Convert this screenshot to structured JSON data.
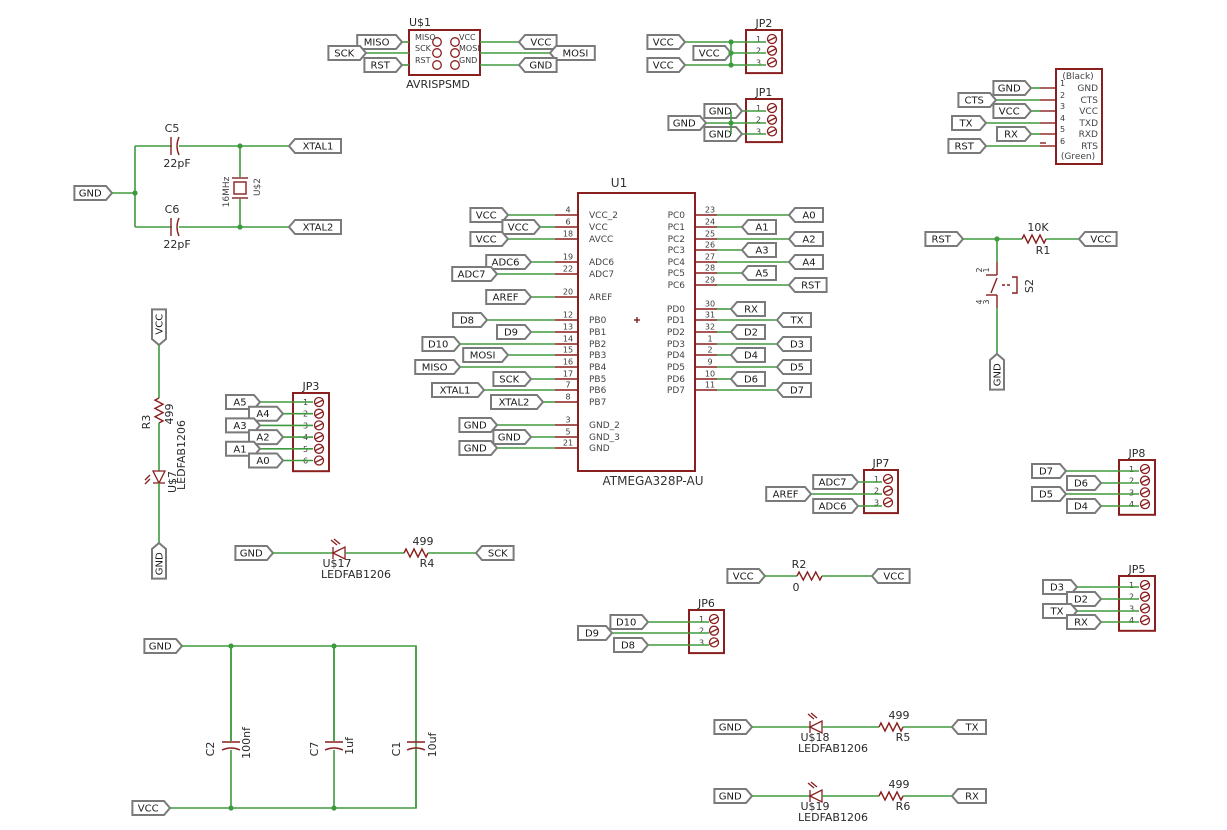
{
  "labels": {
    "vcc": "VCC",
    "gnd": "GND",
    "sck": "SCK",
    "miso": "MISO",
    "mosi": "MOSI",
    "rst": "RST",
    "xtal1": "XTAL1",
    "xtal2": "XTAL2",
    "cts": "CTS",
    "tx": "TX",
    "rx": "RX",
    "aref": "AREF",
    "adc6": "ADC6",
    "adc7": "ADC7",
    "a0": "A0",
    "a1": "A1",
    "a2": "A2",
    "a3": "A3",
    "a4": "A4",
    "a5": "A5",
    "d2": "D2",
    "d3": "D3",
    "d4": "D4",
    "d5": "D5",
    "d6": "D6",
    "d7": "D7",
    "d8": "D8",
    "d9": "D9",
    "d10": "D10"
  },
  "u1": {
    "name": "U1",
    "value": "ATMEGA328P-AU",
    "left_pins": [
      {
        "num": "4",
        "name": "VCC_2"
      },
      {
        "num": "6",
        "name": "VCC"
      },
      {
        "num": "18",
        "name": "AVCC"
      },
      {
        "num": "19",
        "name": "ADC6"
      },
      {
        "num": "22",
        "name": "ADC7"
      },
      {
        "num": "20",
        "name": "AREF"
      },
      {
        "num": "12",
        "name": "PB0"
      },
      {
        "num": "13",
        "name": "PB1"
      },
      {
        "num": "14",
        "name": "PB2"
      },
      {
        "num": "15",
        "name": "PB3"
      },
      {
        "num": "16",
        "name": "PB4"
      },
      {
        "num": "17",
        "name": "PB5"
      },
      {
        "num": "7",
        "name": "PB6"
      },
      {
        "num": "8",
        "name": "PB7"
      },
      {
        "num": "3",
        "name": "GND_2"
      },
      {
        "num": "5",
        "name": "GND_3"
      },
      {
        "num": "21",
        "name": "GND"
      }
    ],
    "right_pins": [
      {
        "num": "23",
        "name": "PC0"
      },
      {
        "num": "24",
        "name": "PC1"
      },
      {
        "num": "25",
        "name": "PC2"
      },
      {
        "num": "26",
        "name": "PC3"
      },
      {
        "num": "27",
        "name": "PC4"
      },
      {
        "num": "28",
        "name": "PC5"
      },
      {
        "num": "29",
        "name": "PC6"
      },
      {
        "num": "30",
        "name": "PD0"
      },
      {
        "num": "31",
        "name": "PD1"
      },
      {
        "num": "32",
        "name": "PD2"
      },
      {
        "num": "1",
        "name": "PD3"
      },
      {
        "num": "2",
        "name": "PD4"
      },
      {
        "num": "9",
        "name": "PD5"
      },
      {
        "num": "10",
        "name": "PD6"
      },
      {
        "num": "11",
        "name": "PD7"
      }
    ]
  },
  "u_s1": {
    "name": "U$1",
    "value": "AVRISPSMD",
    "pins": [
      "MISO",
      "SCK",
      "RST",
      "VCC",
      "MOSI",
      "GND"
    ]
  },
  "ftdi": {
    "top": "(Black)",
    "bottom": "(Green)",
    "pins": [
      "GND",
      "CTS",
      "VCC",
      "TXD",
      "RXD",
      "RTS"
    ],
    "nums": [
      "1",
      "2",
      "3",
      "4",
      "5",
      "6"
    ]
  },
  "parts": {
    "c5": {
      "name": "C5",
      "value": "22pF"
    },
    "c6": {
      "name": "C6",
      "value": "22pF"
    },
    "u_s2": {
      "name": "U$2",
      "value": "16MHz"
    },
    "r1": {
      "name": "R1",
      "value": "10K"
    },
    "s2": {
      "name": "S2",
      "pin1": "1",
      "pin2": "2",
      "pin3": "3",
      "pin4": "4"
    },
    "r3": {
      "name": "R3",
      "value": "499"
    },
    "u_s7": {
      "name": "U$7",
      "value": "LEDFAB1206"
    },
    "r4": {
      "name": "R4",
      "value": "499"
    },
    "u_s17": {
      "name": "U$17",
      "value": "LEDFAB1206"
    },
    "r2": {
      "name": "R2",
      "value": "0"
    },
    "c2": {
      "name": "C2",
      "value": "100nf"
    },
    "c7": {
      "name": "C7",
      "value": "1uf"
    },
    "c1": {
      "name": "C1",
      "value": "10uf"
    },
    "r5": {
      "name": "R5",
      "value": "499"
    },
    "u_s18": {
      "name": "U$18",
      "value": "LEDFAB1206"
    },
    "r6": {
      "name": "R6",
      "value": "499"
    },
    "u_s19": {
      "name": "U$19",
      "value": "LEDFAB1206"
    }
  },
  "headers": {
    "jp1": "JP1",
    "jp2": "JP2",
    "jp3": "JP3",
    "jp5": "JP5",
    "jp6": "JP6",
    "jp7": "JP7",
    "jp8": "JP8",
    "nums": [
      "1",
      "2",
      "3",
      "4",
      "5",
      "6"
    ]
  },
  "colors": {
    "wire": "#3f9a3f",
    "part": "#8a1f1f",
    "label_border": "#7a7a7a"
  }
}
